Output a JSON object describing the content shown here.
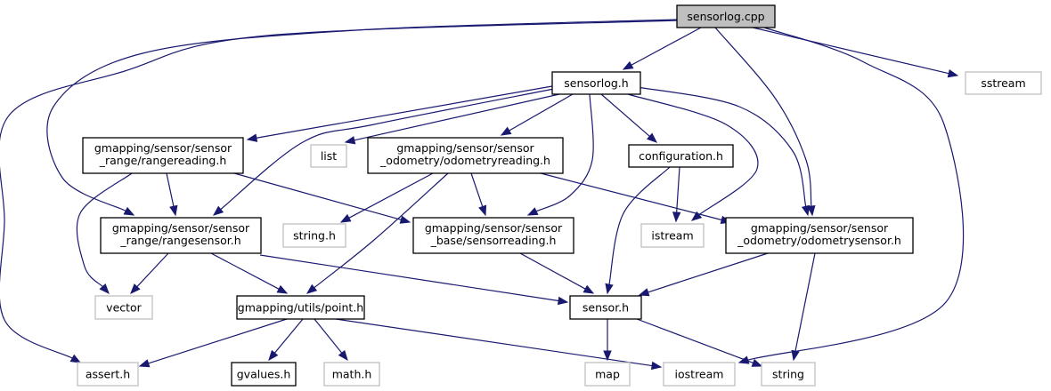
{
  "diagram": {
    "type": "include-dependency-graph",
    "edge_color": "#191970",
    "node_styles": {
      "root": {
        "fill": "#bfbfbf",
        "stroke": "#000000"
      },
      "local": {
        "fill": "#ffffff",
        "stroke": "#000000"
      },
      "external": {
        "fill": "#ffffff",
        "stroke": "#bfbfbf"
      }
    },
    "nodes": [
      {
        "id": "sensorlog_cpp",
        "kind": "root",
        "lines": [
          "sensorlog.cpp"
        ]
      },
      {
        "id": "sensorlog_h",
        "kind": "local",
        "lines": [
          "sensorlog.h"
        ]
      },
      {
        "id": "sstream",
        "kind": "external",
        "lines": [
          "sstream"
        ]
      },
      {
        "id": "rangereading_h",
        "kind": "local",
        "lines": [
          "gmapping/sensor/sensor",
          "_range/rangereading.h"
        ]
      },
      {
        "id": "list",
        "kind": "external",
        "lines": [
          "list"
        ]
      },
      {
        "id": "odometryreading_h",
        "kind": "local",
        "lines": [
          "gmapping/sensor/sensor",
          "_odometry/odometryreading.h"
        ]
      },
      {
        "id": "configuration_h",
        "kind": "local",
        "lines": [
          "configuration.h"
        ]
      },
      {
        "id": "rangesensor_h",
        "kind": "local",
        "lines": [
          "gmapping/sensor/sensor",
          "_range/rangesensor.h"
        ]
      },
      {
        "id": "string_h",
        "kind": "external",
        "lines": [
          "string.h"
        ]
      },
      {
        "id": "sensorreading_h",
        "kind": "local",
        "lines": [
          "gmapping/sensor/sensor",
          "_base/sensorreading.h"
        ]
      },
      {
        "id": "istream",
        "kind": "external",
        "lines": [
          "istream"
        ]
      },
      {
        "id": "odometrysensor_h",
        "kind": "local",
        "lines": [
          "gmapping/sensor/sensor",
          "_odometry/odometrysensor.h"
        ]
      },
      {
        "id": "vector",
        "kind": "external",
        "lines": [
          "vector"
        ]
      },
      {
        "id": "point_h",
        "kind": "local",
        "lines": [
          "gmapping/utils/point.h"
        ]
      },
      {
        "id": "sensor_h",
        "kind": "local",
        "lines": [
          "sensor.h"
        ]
      },
      {
        "id": "assert_h",
        "kind": "external",
        "lines": [
          "assert.h"
        ]
      },
      {
        "id": "gvalues_h",
        "kind": "local",
        "lines": [
          "gvalues.h"
        ]
      },
      {
        "id": "math_h",
        "kind": "external",
        "lines": [
          "math.h"
        ]
      },
      {
        "id": "map",
        "kind": "external",
        "lines": [
          "map"
        ]
      },
      {
        "id": "iostream",
        "kind": "external",
        "lines": [
          "iostream"
        ]
      },
      {
        "id": "string",
        "kind": "external",
        "lines": [
          "string"
        ]
      }
    ],
    "edges": [
      {
        "from": "sensorlog_cpp",
        "to": "sensorlog_h"
      },
      {
        "from": "sensorlog_cpp",
        "to": "sstream"
      },
      {
        "from": "sensorlog_cpp",
        "to": "rangesensor_h"
      },
      {
        "from": "sensorlog_cpp",
        "to": "assert_h"
      },
      {
        "from": "sensorlog_cpp",
        "to": "odometrysensor_h"
      },
      {
        "from": "sensorlog_cpp",
        "to": "iostream"
      },
      {
        "from": "sensorlog_h",
        "to": "rangereading_h"
      },
      {
        "from": "sensorlog_h",
        "to": "list"
      },
      {
        "from": "sensorlog_h",
        "to": "odometryreading_h"
      },
      {
        "from": "sensorlog_h",
        "to": "configuration_h"
      },
      {
        "from": "sensorlog_h",
        "to": "rangesensor_h"
      },
      {
        "from": "sensorlog_h",
        "to": "sensorreading_h"
      },
      {
        "from": "sensorlog_h",
        "to": "istream"
      },
      {
        "from": "sensorlog_h",
        "to": "odometrysensor_h"
      },
      {
        "from": "rangereading_h",
        "to": "rangesensor_h"
      },
      {
        "from": "rangereading_h",
        "to": "vector"
      },
      {
        "from": "rangereading_h",
        "to": "sensorreading_h"
      },
      {
        "from": "odometryreading_h",
        "to": "string_h"
      },
      {
        "from": "odometryreading_h",
        "to": "sensorreading_h"
      },
      {
        "from": "odometryreading_h",
        "to": "point_h"
      },
      {
        "from": "odometryreading_h",
        "to": "odometrysensor_h"
      },
      {
        "from": "configuration_h",
        "to": "istream"
      },
      {
        "from": "configuration_h",
        "to": "sensor_h"
      },
      {
        "from": "rangesensor_h",
        "to": "vector"
      },
      {
        "from": "rangesensor_h",
        "to": "point_h"
      },
      {
        "from": "rangesensor_h",
        "to": "sensor_h"
      },
      {
        "from": "sensorreading_h",
        "to": "sensor_h"
      },
      {
        "from": "odometrysensor_h",
        "to": "sensor_h"
      },
      {
        "from": "odometrysensor_h",
        "to": "string"
      },
      {
        "from": "point_h",
        "to": "assert_h"
      },
      {
        "from": "point_h",
        "to": "gvalues_h"
      },
      {
        "from": "point_h",
        "to": "math_h"
      },
      {
        "from": "point_h",
        "to": "iostream"
      },
      {
        "from": "sensor_h",
        "to": "map"
      },
      {
        "from": "sensor_h",
        "to": "string"
      }
    ]
  }
}
